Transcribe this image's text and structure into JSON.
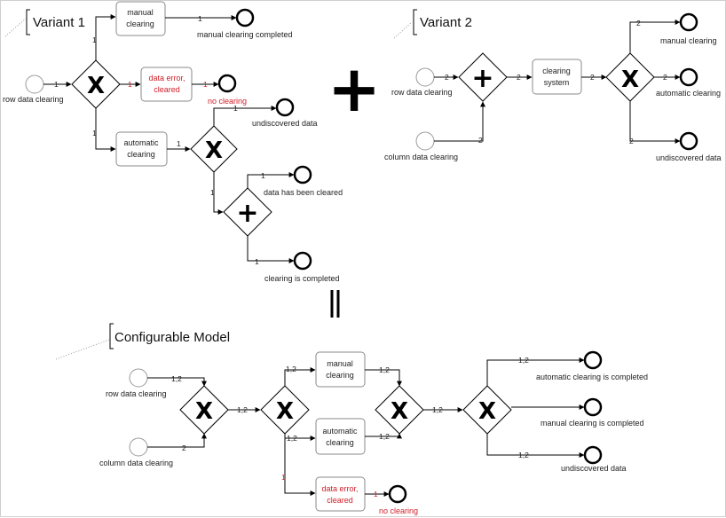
{
  "variant1": {
    "title": "Variant 1",
    "start": "row data clearing",
    "gateway": "X",
    "manual": [
      "manual",
      "clearing"
    ],
    "manual_end": "manual clearing completed",
    "error": [
      "data error,",
      "cleared"
    ],
    "error_end": "no clearing",
    "automatic": [
      "automatic",
      "clearing"
    ],
    "gateway2": "X",
    "undiscovered": "undiscovered data",
    "parallel": "+",
    "cleared": "data has been cleared",
    "completed": "clearing is completed",
    "edge_label": "1"
  },
  "plus_operator": "+",
  "variant2": {
    "title": "Variant 2",
    "start_row": "row data clearing",
    "start_col": "column data clearing",
    "parallel": "+",
    "task": [
      "clearing",
      "system"
    ],
    "gateway": "X",
    "end_manual": "manual clearing",
    "end_auto": "automatic clearing",
    "end_undiscovered": "undiscovered data",
    "edge_label": "2"
  },
  "equals_operator": "||",
  "configurable": {
    "title": "Configurable  Model",
    "start_row": "row data clearing",
    "start_col": "column data clearing",
    "gateway": "X",
    "manual": [
      "manual",
      "clearing"
    ],
    "automatic": [
      "automatic",
      "clearing"
    ],
    "error": [
      "data error,",
      "cleared"
    ],
    "error_end": "no clearing",
    "end_auto": "automatic clearing is completed",
    "end_manual": "manual  clearing is completed",
    "end_undiscovered": "undiscovered data",
    "label_12": "1,2",
    "label_1": "1",
    "label_2": "2"
  },
  "colors": {
    "error_text": "#d0202a",
    "task_border": "#8a8a8a"
  }
}
